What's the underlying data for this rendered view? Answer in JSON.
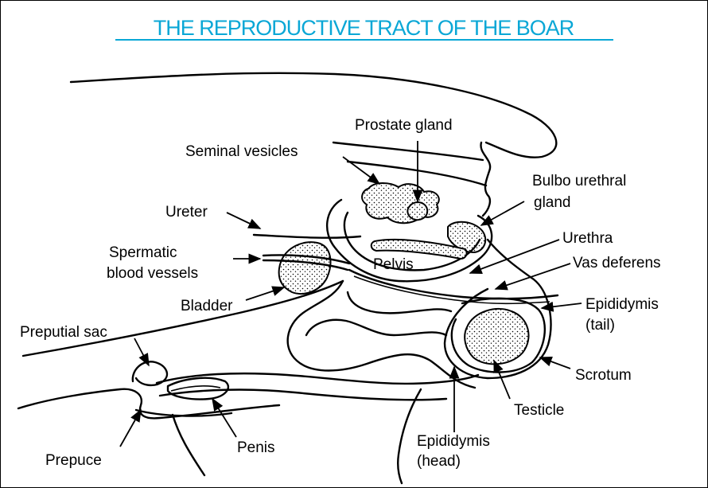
{
  "title": "THE REPRODUCTIVE TRACT OF THE BOAR",
  "colors": {
    "title": "#0aa7d6",
    "line": "#000000",
    "background": "#ffffff"
  },
  "labels": {
    "prostate_gland": "Prostate gland",
    "seminal_vesicles": "Seminal vesicles",
    "bulbo_urethral_1": "Bulbo urethral",
    "bulbo_urethral_2": "gland",
    "ureter": "Ureter",
    "urethra": "Urethra",
    "spermatic_1": "Spermatic",
    "spermatic_2": "blood vessels",
    "pelvis": "Pelvis",
    "vas_deferens": "Vas deferens",
    "bladder": "Bladder",
    "epididymis_tail_1": "Epididymis",
    "epididymis_tail_2": "(tail)",
    "preputial_sac": "Preputial sac",
    "scrotum": "Scrotum",
    "testicle": "Testicle",
    "prepuce": "Prepuce",
    "penis": "Penis",
    "epididymis_head_1": "Epididymis",
    "epididymis_head_2": "(head)"
  }
}
